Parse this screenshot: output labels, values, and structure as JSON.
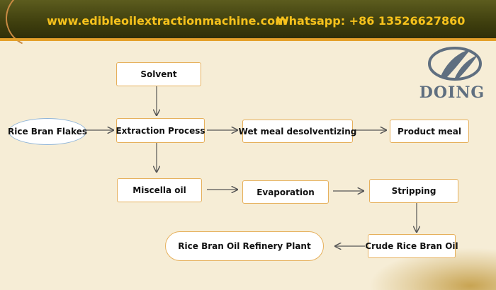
{
  "header": {
    "website": "www.edibleoilextractionmachine.com",
    "whatsapp": "Whatsapp: +86 13526627860"
  },
  "logo": {
    "text": "DOING"
  },
  "diagram": {
    "nodes": {
      "solvent": "Solvent",
      "rice_bran_flakes": "Rice Bran Flakes",
      "extraction_process": "Extraction Process",
      "wet_meal_desolventizing": "Wet meal desolventizing",
      "product_meal": "Product meal",
      "miscella_oil": "Miscella oil",
      "evaporation": "Evaporation",
      "stripping": "Stripping",
      "crude_rice_bran_oil": "Crude Rice Bran Oil",
      "refinery_plant": "Rice Bran Oil Refinery Plant"
    }
  },
  "colors": {
    "header_bg": "#3f3f0e",
    "header_text": "#f7c21c",
    "box_border": "#e6b05c",
    "ellipse_border": "#8eb4d8",
    "arrow": "#555555",
    "background": "#f6edd6"
  }
}
